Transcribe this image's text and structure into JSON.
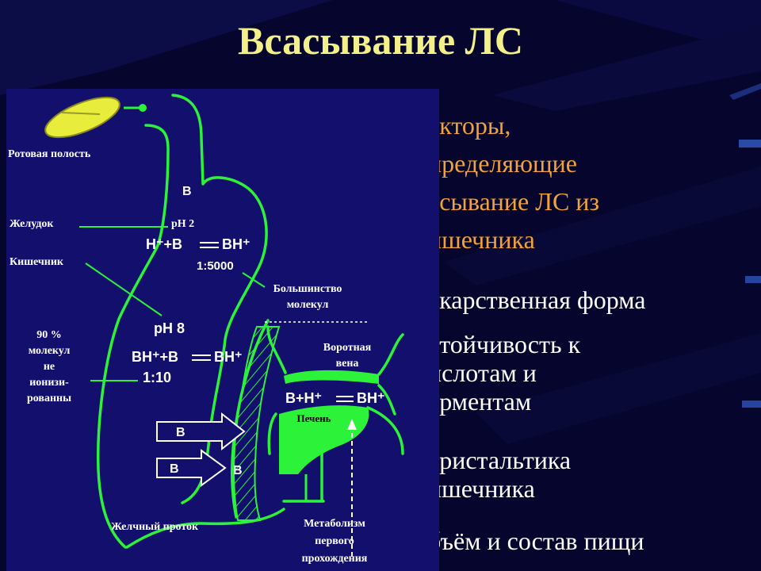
{
  "slide": {
    "title": "Всасывание ЛС"
  },
  "heading": {
    "lines": [
      "акторы,",
      "пределяющие",
      "асывание ЛС из",
      "ишечника"
    ]
  },
  "factors": [
    {
      "lines": [
        "екарственная форма"
      ]
    },
    {
      "lines": [
        "стойчивость к",
        "ислотам и",
        "ерментам"
      ]
    },
    {
      "lines": [
        "еристальтика",
        "ишечника"
      ]
    },
    {
      "lines": [
        "бъём и состав пищи"
      ]
    }
  ],
  "diagram": {
    "labels": {
      "oral": "Ротовая полость",
      "stomach": "Желудок",
      "intestine": "Кишечник",
      "percent_1": "90 %",
      "percent_2": "молекул",
      "percent_3": "не",
      "percent_4": "ионизи-",
      "percent_5": "рованны",
      "majority_1": "Большинство",
      "majority_2": "молекул",
      "portal_1": "Воротная",
      "portal_2": "вена",
      "liver": "Печень",
      "bile": "Желчный проток",
      "metab_1": "Метаболизм",
      "metab_2": "первого",
      "metab_3": "прохождения"
    },
    "formulas": {
      "b_top": "B",
      "ph2": "pH 2",
      "h_plus_b_1": "H⁺+B",
      "bh_1": "BH⁺",
      "ratio_1": "1:5000",
      "ph8": "pH 8",
      "bh_plus_b": "BH⁺+B",
      "bh_2": "BH⁺",
      "ratio_2": "1:10",
      "liver_left": "B+H⁺",
      "liver_right": "BH⁺",
      "arrow_b_1": "B",
      "arrow_b_2": "B",
      "wall_b": "B"
    }
  },
  "colors": {
    "background": "#05052e",
    "panel": "#12106c",
    "title": "#f3f08a",
    "heading": "#f2a23a",
    "line": "#2df23a",
    "pill": "#e8ec3a"
  },
  "icons": {
    "pill": "tablet-icon",
    "arrows": "arrow-right-icon"
  }
}
